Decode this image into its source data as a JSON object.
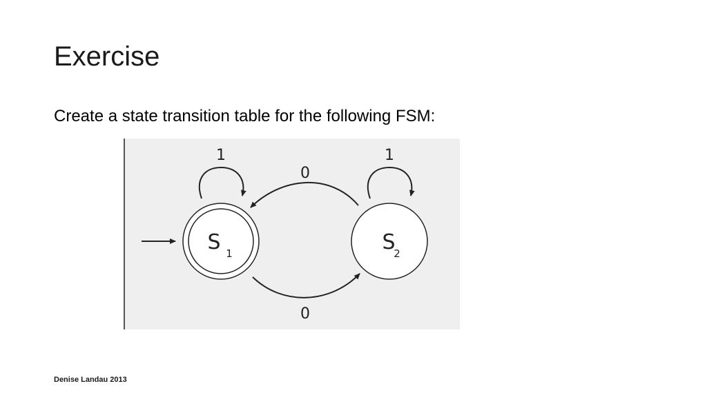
{
  "slide": {
    "title": "Exercise",
    "prompt": "Create a state transition table for the following FSM:",
    "footer": "Denise Landau 2013"
  },
  "fsm": {
    "states": [
      {
        "id": "s1",
        "label": "S",
        "subscript": "1",
        "accepting": true,
        "start": true
      },
      {
        "id": "s2",
        "label": "S",
        "subscript": "2",
        "accepting": false,
        "start": false
      }
    ],
    "transitions": [
      {
        "from": "s1",
        "to": "s1",
        "input": "1"
      },
      {
        "from": "s2",
        "to": "s2",
        "input": "1"
      },
      {
        "from": "s2",
        "to": "s1",
        "input": "0"
      },
      {
        "from": "s1",
        "to": "s2",
        "input": "0"
      }
    ]
  },
  "colors": {
    "diagram_background": "#efefef",
    "stroke": "#222222"
  }
}
